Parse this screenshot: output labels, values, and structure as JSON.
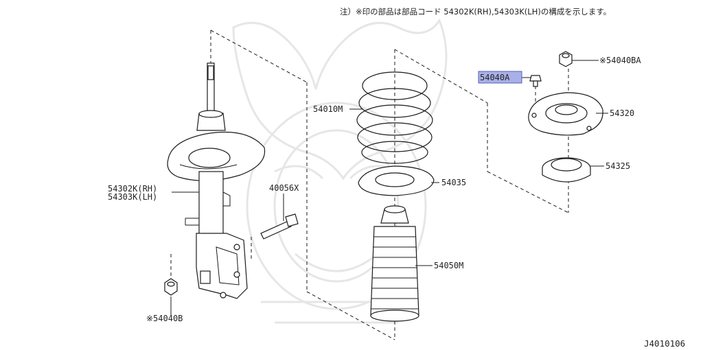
{
  "note": "注）※印の部品は部品コード 54302K(RH),54303K(LH)の構成を示します。",
  "diagram_code": "J4010106",
  "highlight_color": "#a9b0e8",
  "parts": {
    "strut_rh": "54302K(RH)",
    "strut_lh": "54303K(LH)",
    "bolt": "40056X",
    "nut_lower": "※54040B",
    "spring": "54010M",
    "spring_seat": "54035",
    "bound_bumper": "54050M",
    "mount_nut_top": "※54040BA",
    "mount_bolt": "54040A",
    "strut_mount": "54320",
    "bearing": "54325"
  }
}
